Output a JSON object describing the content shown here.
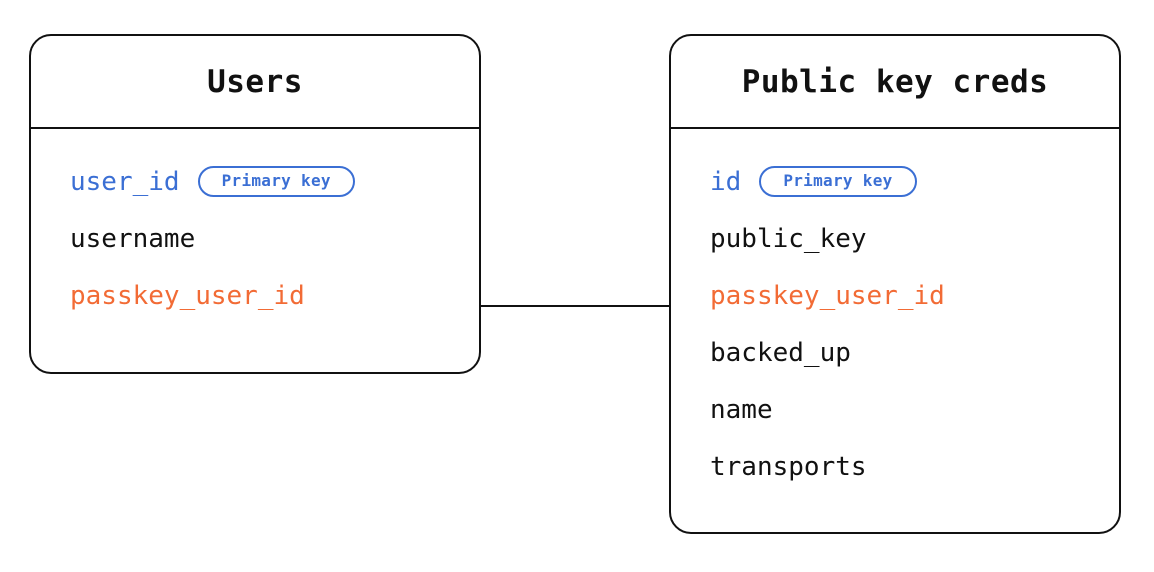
{
  "diagram": {
    "type": "entity-relationship-diagram",
    "background_color": "#ffffff",
    "colors": {
      "border": "#111111",
      "text": "#111111",
      "primary_key": "#3B6FD4",
      "foreign_key": "#F26B35"
    },
    "entities": [
      {
        "id": "users",
        "title": "Users",
        "fields": [
          {
            "name": "user_id",
            "role": "primary_key",
            "badge": "Primary key"
          },
          {
            "name": "username",
            "role": "plain",
            "badge": null
          },
          {
            "name": "passkey_user_id",
            "role": "foreign_key",
            "badge": null
          }
        ]
      },
      {
        "id": "public_key_creds",
        "title": "Public key creds",
        "fields": [
          {
            "name": "id",
            "role": "primary_key",
            "badge": "Primary key"
          },
          {
            "name": "public_key",
            "role": "plain",
            "badge": null
          },
          {
            "name": "passkey_user_id",
            "role": "foreign_key",
            "badge": null
          },
          {
            "name": "backed_up",
            "role": "plain",
            "badge": null
          },
          {
            "name": "name",
            "role": "plain",
            "badge": null
          },
          {
            "name": "transports",
            "role": "plain",
            "badge": null
          }
        ]
      }
    ],
    "relationships": [
      {
        "from_entity": "users",
        "from_field": "passkey_user_id",
        "to_entity": "public_key_creds",
        "to_field": "passkey_user_id",
        "style": "solid-line"
      }
    ]
  }
}
